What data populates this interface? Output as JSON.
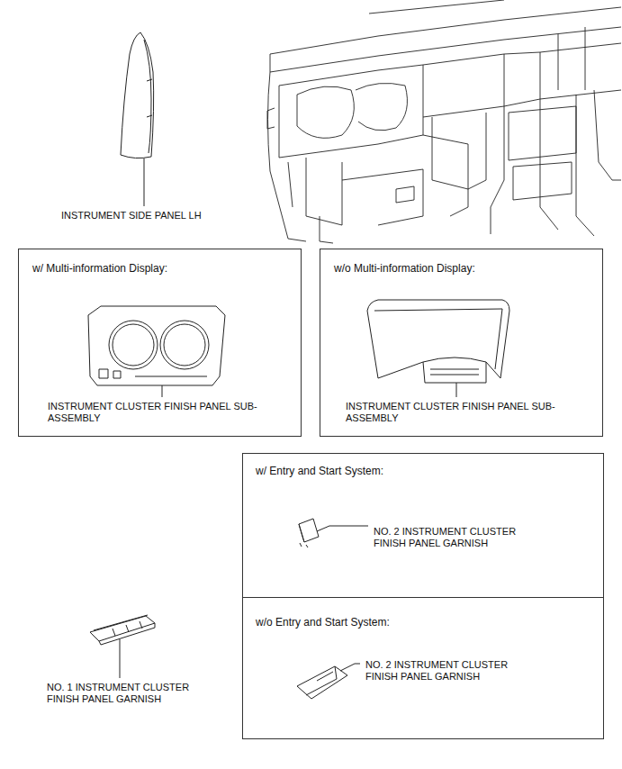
{
  "diagram": {
    "nodes": [
      {
        "text": [
          "w/ Multi-information Display:",
          "INSTRUMENT CLUSTER FINISH PANEL SUB-ASSEMBLY"
        ]
      },
      {
        "text": [
          "w/o Multi-information Display:",
          "INSTRUMENT CLUSTER FINISH PANEL SUB-ASSEMBLY"
        ]
      },
      {
        "text": [
          "w/ Entry and Start System:",
          "NO. 2 INSTRUMENT CLUSTER FINISH PANEL GARNISH"
        ]
      },
      {
        "text": [
          "w/o Entry and Start System:",
          "NO. 2 INSTRUMENT CLUSTER FINISH PANEL GARNISH"
        ]
      }
    ],
    "labels": [
      "INSTRUMENT SIDE PANEL LH",
      "NO. 1 INSTRUMENT CLUSTER FINISH PANEL GARNISH"
    ]
  }
}
